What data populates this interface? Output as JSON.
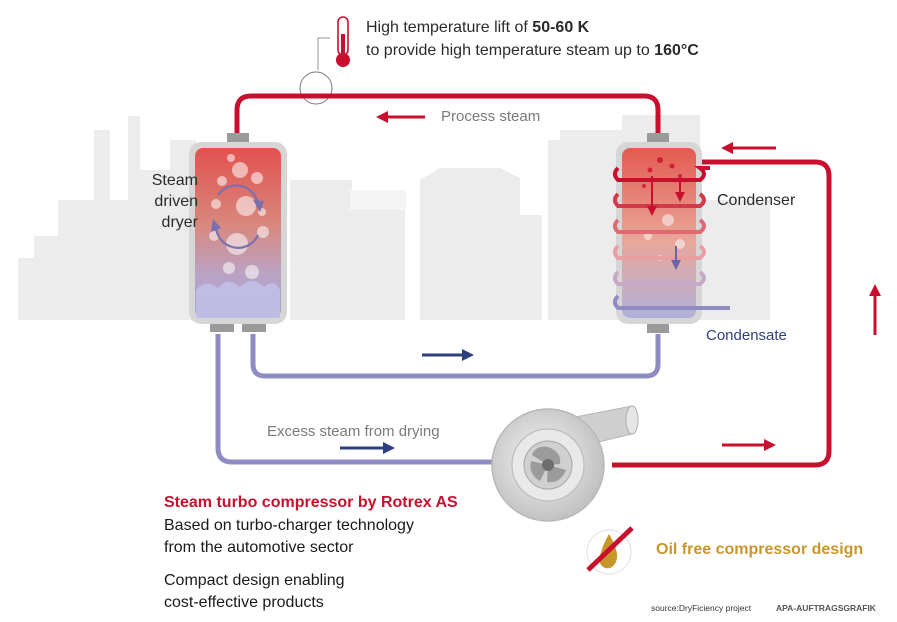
{
  "header": {
    "line1_prefix": "High temperature lift of ",
    "line1_bold": "50-60 K",
    "line2_prefix": "to provide high temperature steam up to ",
    "line2_bold": "160°C"
  },
  "dryer": {
    "label_lines": [
      "Steam",
      "driven",
      "dryer"
    ]
  },
  "condenser": {
    "label": "Condenser",
    "condensate_label": "Condensate"
  },
  "flows": {
    "process_steam": "Process steam",
    "excess_steam": "Excess steam from drying"
  },
  "compressor": {
    "title": "Steam turbo compressor by Rotrex AS",
    "desc_lines": [
      "Based on turbo-charger technology",
      "from the automotive sector"
    ],
    "compact_lines": [
      "Compact design enabling",
      "cost-effective products"
    ],
    "oil_free": "Oil free compressor design"
  },
  "footer": {
    "source": "source:DryFiciency project",
    "credit": "APA-AUFTRAGSGRAFIK"
  },
  "colors": {
    "hot": "#c8102e",
    "cold": "#8e8cc0",
    "navy": "#2e3f7c",
    "building": "#ececec",
    "oil": "#c9962c"
  }
}
